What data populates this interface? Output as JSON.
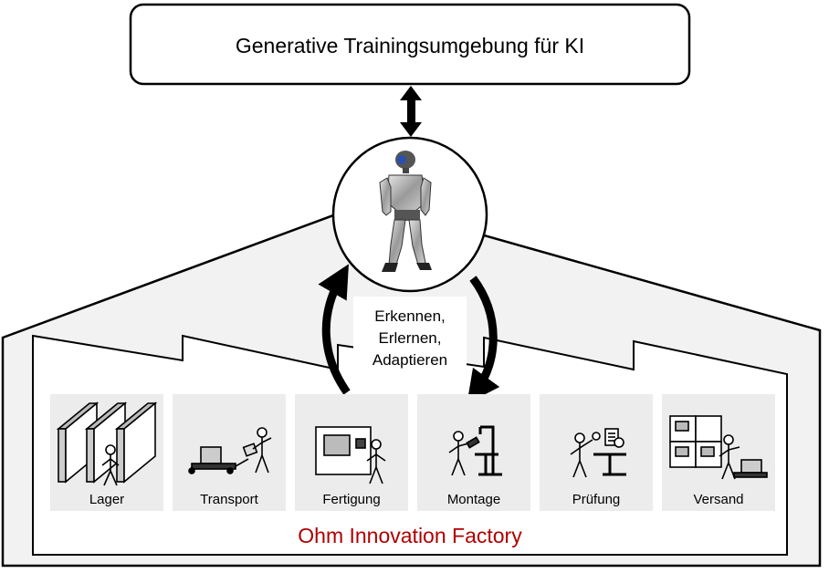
{
  "top_box": {
    "title": "Generative Trainingsumgebung für KI"
  },
  "cycle": {
    "lines": [
      "Erkennen,",
      "Erlernen,",
      "Adaptieren"
    ]
  },
  "stations": [
    {
      "label": "Lager",
      "icon": "warehouse-shelves-icon"
    },
    {
      "label": "Transport",
      "icon": "pallet-transport-icon"
    },
    {
      "label": "Fertigung",
      "icon": "machine-tool-icon"
    },
    {
      "label": "Montage",
      "icon": "assembly-workbench-icon"
    },
    {
      "label": "Prüfung",
      "icon": "inspection-checklist-icon"
    },
    {
      "label": "Versand",
      "icon": "shipping-boxes-icon"
    }
  ],
  "factory": {
    "name": "Ohm Innovation Factory"
  },
  "colors": {
    "factory_name": "#b00000",
    "station_bg": "#ececec",
    "building_fill": "#f2f2f2"
  }
}
